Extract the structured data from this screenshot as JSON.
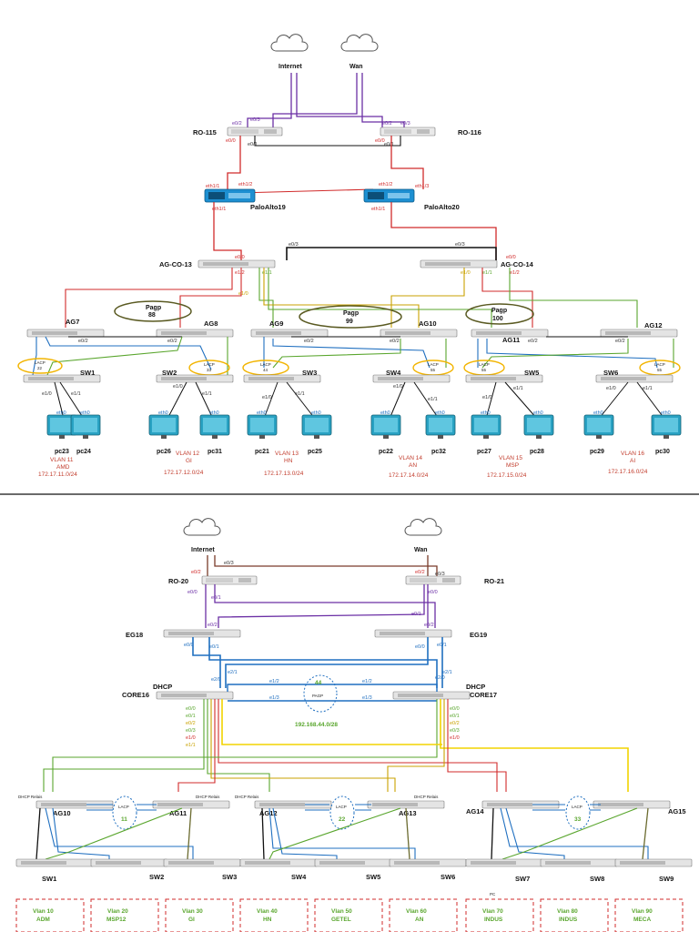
{
  "top": {
    "clouds": [
      "Internet",
      "Wan"
    ],
    "routers": {
      "left": "RO-115",
      "right": "RO-116"
    },
    "firewalls": {
      "left": "PaloAlto19",
      "right": "PaloAlto20"
    },
    "core": {
      "left": "AG-CO-13",
      "right": "AG-CO-14"
    },
    "aggs": [
      "AG7",
      "AG8",
      "AG9",
      "AG10",
      "AG11",
      "AG12"
    ],
    "pagp": [
      {
        "title": "Pagp",
        "num": "88"
      },
      {
        "title": "Pagp",
        "num": "99"
      },
      {
        "title": "Pagp",
        "num": "100"
      }
    ],
    "lacp": [
      {
        "title": "LACP",
        "num": "22"
      },
      {
        "title": "LACP",
        "num": "33"
      },
      {
        "title": "LACP",
        "num": "44"
      },
      {
        "title": "LACP",
        "num": "55"
      },
      {
        "title": "LACP",
        "num": "55"
      },
      {
        "title": "LACP",
        "num": "55"
      }
    ],
    "switches": [
      "SW1",
      "SW2",
      "SW3",
      "SW4",
      "SW5",
      "SW6"
    ],
    "pcs": [
      "pc23",
      "pc24",
      "pc26",
      "pc31",
      "pc21",
      "pc25",
      "pc22",
      "pc32",
      "pc27",
      "pc28",
      "pc29",
      "pc30"
    ],
    "vlans": [
      {
        "vlan": "VLAN 11",
        "name": "AMD",
        "net": "172.17.11.0/24"
      },
      {
        "vlan": "VLAN 12",
        "name": "GI",
        "net": "172.17.12.0/24"
      },
      {
        "vlan": "VLAN 13",
        "name": "HN",
        "net": "172.17.13.0/24"
      },
      {
        "vlan": "VLAN 14",
        "name": "AN",
        "net": "172.17.14.0/24"
      },
      {
        "vlan": "VLAN 15",
        "name": "MSP",
        "net": "172.17.15.0/24"
      },
      {
        "vlan": "VLAN 16",
        "name": "AI",
        "net": "172.17.16.0/24"
      }
    ],
    "if": {
      "e00": "e0/0",
      "e01": "e0/1",
      "e02": "e0/2",
      "e03": "e0/3",
      "e10": "e1/0",
      "e11": "e1/1",
      "e12": "e1/2",
      "eth11": "eth1/1",
      "eth12": "eth1/2",
      "eth13": "eth1/3",
      "eth0": "eth0"
    }
  },
  "bottom": {
    "clouds": [
      "Internet",
      "Wan"
    ],
    "routers": {
      "left": "RO-20",
      "right": "RO-21"
    },
    "edges": {
      "left": "EG18",
      "right": "EG19"
    },
    "core": {
      "left": "CORE16",
      "right": "CORE17"
    },
    "dhcp": "DHCP",
    "dhcp_relais": "DHCP Relais",
    "pagp": {
      "num": "44",
      "title": "PAGP",
      "net": "192.168.44.0/28"
    },
    "aggs": [
      "AG10",
      "AG11",
      "AG12",
      "AG13",
      "AG14",
      "AG15"
    ],
    "lacp": [
      {
        "title": "LACP",
        "num": "11"
      },
      {
        "title": "LACP",
        "num": "22"
      },
      {
        "title": "LACP",
        "num": "33"
      }
    ],
    "switches": [
      "SW1",
      "SW2",
      "SW3",
      "SW4",
      "SW5",
      "SW6",
      "SW7",
      "SW8",
      "SW9"
    ],
    "vlans": [
      {
        "vlan": "Vlan 10",
        "name": "ADM"
      },
      {
        "vlan": "Vlan 20",
        "name": "MSP12"
      },
      {
        "vlan": "Vlan 30",
        "name": "GI"
      },
      {
        "vlan": "Vlan 40",
        "name": "HN"
      },
      {
        "vlan": "Vlan 50",
        "name": "GETEL"
      },
      {
        "vlan": "Vlan 60",
        "name": "AN"
      },
      {
        "vlan": "Vlan 70",
        "name": "INDUS"
      },
      {
        "vlan": "Vlan 80",
        "name": "INDUS"
      },
      {
        "vlan": "Vlan 90",
        "name": "MECA"
      }
    ],
    "pc": "PC"
  },
  "colors": {
    "red": "#d12b2b",
    "black": "#111111",
    "purple": "#6b2fa5",
    "blue": "#1f6fc0",
    "green": "#5aa62e",
    "yellow": "#f2d400",
    "olive": "#6b6b2f",
    "brown": "#7a3b2a",
    "orange": "#e59a2b"
  }
}
